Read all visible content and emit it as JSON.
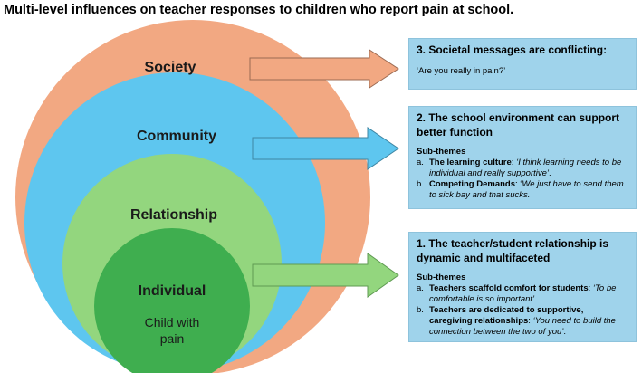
{
  "title": "Multi-level influences on teacher responses to children who report pain at school.",
  "colors": {
    "society": "#f2a882",
    "community": "#5ec6ef",
    "relationship": "#93d67e",
    "individual": "#3fae4f",
    "arrow": "#f2a882",
    "arrow2": "#5ec6ef",
    "arrow3": "#93d67e",
    "box": "#9fd3eb"
  },
  "circles": {
    "society": "Society",
    "community": "Community",
    "relationship": "Relationship",
    "individual": "Individual",
    "individual_sub_line1": "Child with",
    "individual_sub_line2": "pain"
  },
  "boxes": {
    "box3": {
      "heading": "3. Societal messages are conflicting:",
      "quote": "‘Are you really in pain?’"
    },
    "box2": {
      "heading_line1": "2. The school environment can support",
      "heading_line2": "better function",
      "subthemes_label": "Sub-themes",
      "items": [
        {
          "marker": "a.",
          "bold": "The learning culture",
          "plain": ": ",
          "quote": "‘I think learning needs to be individual and really supportive’",
          "end": "."
        },
        {
          "marker": "b.",
          "bold": "Competing Demands",
          "plain": ": ‘",
          "quote": "We just have to send them to sick bay and that sucks.",
          "end": ""
        }
      ]
    },
    "box1": {
      "heading_line1": "1. The teacher/student relationship is",
      "heading_line2": "dynamic and multifaceted",
      "subthemes_label": "Sub-themes",
      "items": [
        {
          "marker": "a.",
          "bold": "Teachers scaffold comfort for students",
          "plain": ": ",
          "quote": "‘To be comfortable is so important’",
          "end": "."
        },
        {
          "marker": "b.",
          "bold": "Teachers are dedicated to supportive, caregiving relationships",
          "plain": ": ",
          "quote": "‘You need to build the connection between the two of you’",
          "end": "."
        }
      ]
    }
  }
}
